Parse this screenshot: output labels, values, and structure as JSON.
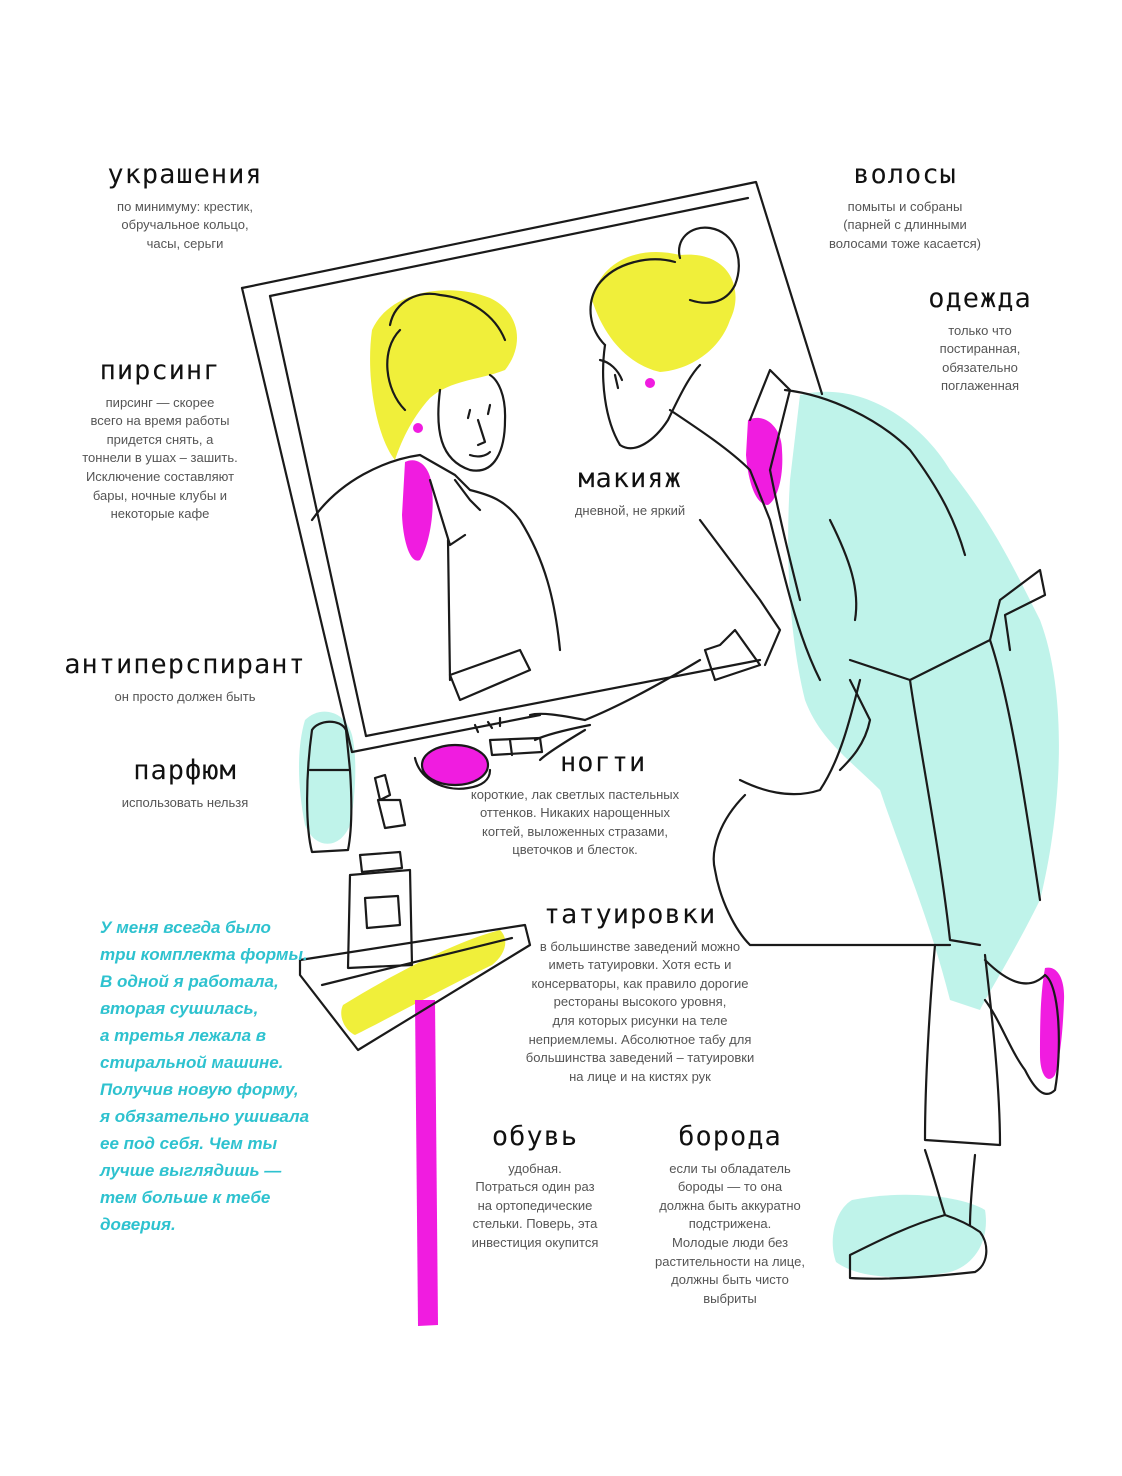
{
  "colors": {
    "accent_yellow": "#f0ef3a",
    "accent_magenta": "#f01ce0",
    "accent_mint": "#bff3ea",
    "quote_teal": "#2ec2cf",
    "line": "#1a1a1a"
  },
  "sections": {
    "jewelry": {
      "title": "украшения",
      "text": "по минимуму: крестик,\nобручальное кольцо,\nчасы, серьги"
    },
    "hair": {
      "title": "волосы",
      "text": "помыты и собраны\n(парней с длинными\nволосами тоже касается)"
    },
    "clothes": {
      "title": "одежда",
      "text": "только что\nпостиранная,\nобязательно\nпоглаженная"
    },
    "piercing": {
      "title": "пирсинг",
      "text": "пирсинг — скорее\nвсего на время работы\nпридется снять, а\nтоннели в ушах – зашить.\nИсключение составляют\nбары, ночные клубы и\nнекоторые кафе"
    },
    "makeup": {
      "title": "макияж",
      "text": "дневной, не яркий"
    },
    "deodorant": {
      "title": "антиперспирант",
      "text": "он просто должен быть"
    },
    "perfume": {
      "title": "парфюм",
      "text": "использовать нельзя"
    },
    "nails": {
      "title": "ногти",
      "text": "короткие, лак светлых пастельных\nоттенков. Никаких нарощенных\nкогтей, выложенных стразами,\nцветочков и блесток."
    },
    "tattoos": {
      "title": "татуировки",
      "text": "в большинстве заведений можно\nиметь татуировки. Хотя есть и\nконсерваторы, как правило дорогие\nрестораны высокого уровня,\nдля которых рисунки на теле\nнеприемлемы. Абсолютное табу для\nбольшинства заведений – татуировки\nна лице и на кистях рук"
    },
    "shoes": {
      "title": "обувь",
      "text": "удобная.\nПотраться один раз\nна ортопедические\nстельки. Поверь, эта\nинвестиция окупится"
    },
    "beard": {
      "title": "борода",
      "text": "если ты обладатель\nбороды — то она\nдолжна быть аккуратно\nподстрижена.\nМолодые люди без\nрастительности на лице,\nдолжны быть чисто\nвыбриты"
    }
  },
  "quote": "У меня всегда было\nтри комплекта формы.\nВ одной я работала,\nвторая сушилась,\nа третья лежала в\nстиральной машине.\nПолучив новую форму,\nя обязательно ушивала\nее под себя. Чем ты\nлучше выглядишь —\nтем больше к тебе\nдоверия."
}
